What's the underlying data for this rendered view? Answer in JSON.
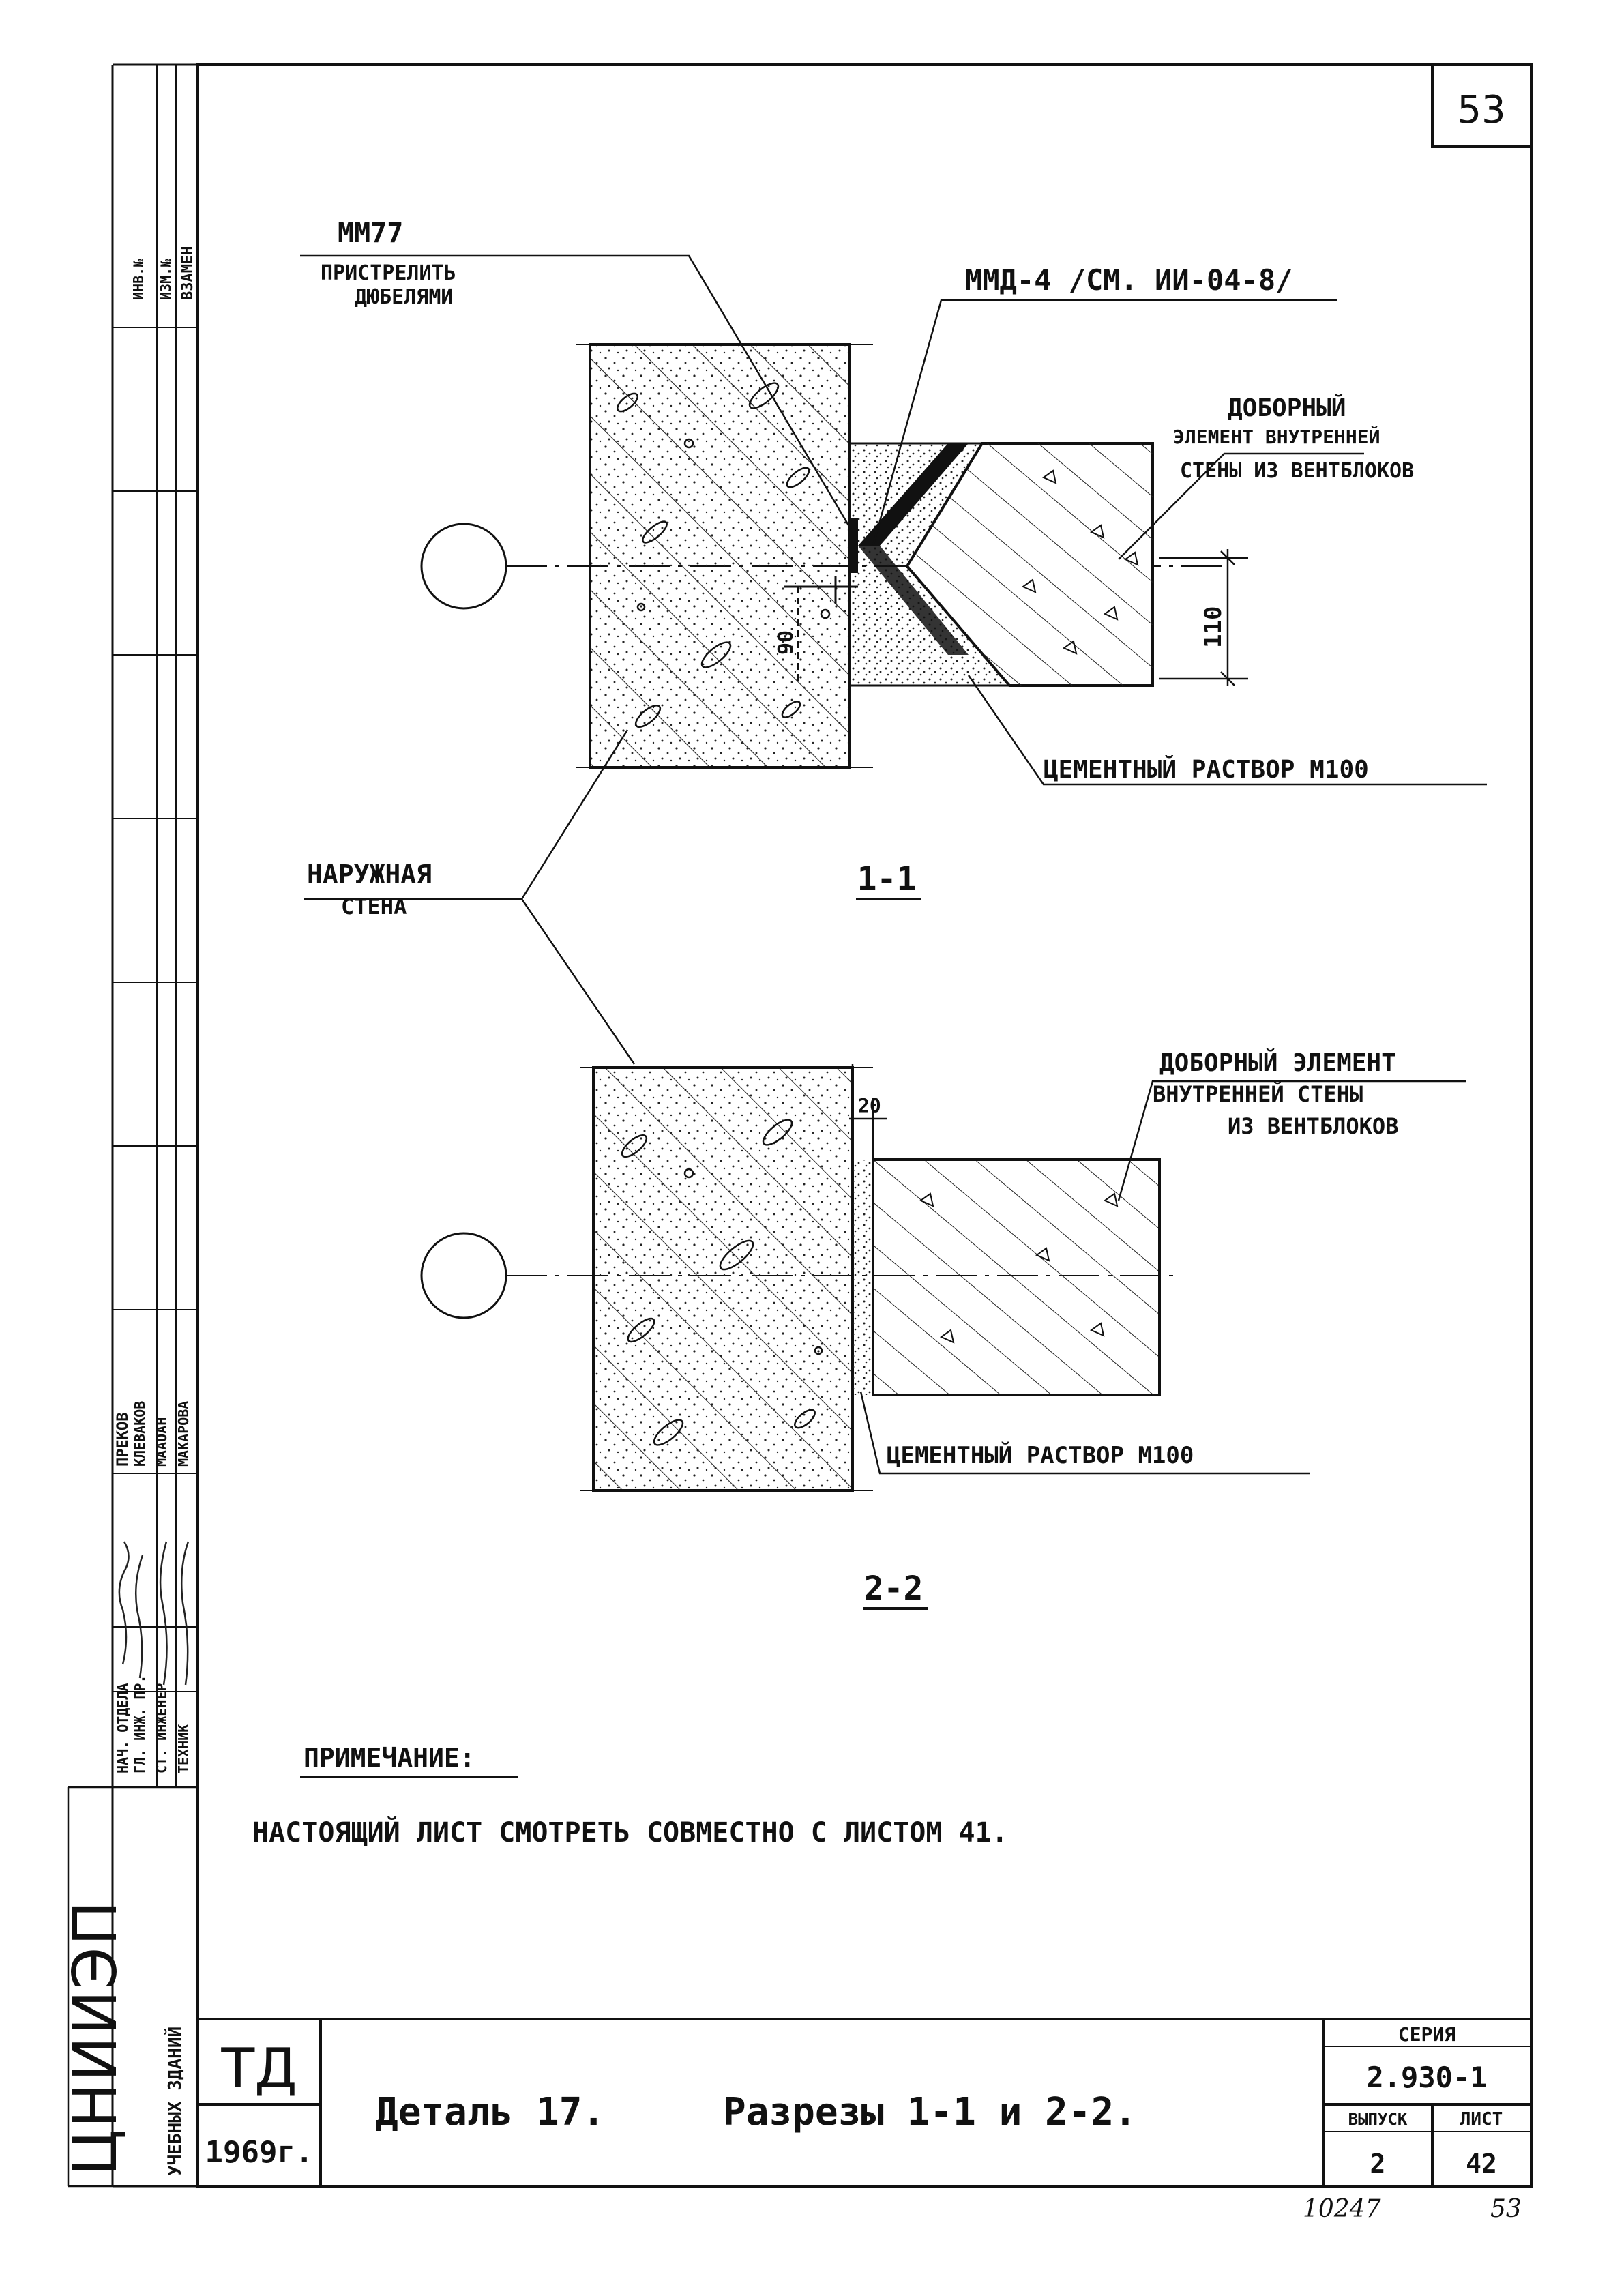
{
  "sheet_number": "53",
  "corner_stamp": "ТД",
  "year": "1969г.",
  "drawing_title": "Деталь 17.",
  "drawing_subtitle": "Разрезы 1-1 и 2-2.",
  "series_label": "СЕРИЯ",
  "series_value": "2.930-1",
  "issue_label": "ВЫПУСК",
  "issue_value": "2",
  "sheet_label": "ЛИСТ",
  "sheet_value": "42",
  "archive_number": "10247",
  "archive_sheet": "53",
  "organization": "ЦНИИЭП",
  "organization_sub": "УЧЕБНЫХ ЗДАНИЙ",
  "side_stamp": {
    "top_labels": [
      "ИНВ.№",
      "ИЗМ.№",
      "ВЗАМЕН"
    ],
    "roles": [
      "НАЧ. ОТДЕЛА",
      "ГЛ. ИНЖ. ПР.",
      "СТ. ИНЖЕНЕР",
      "ТЕХНИК"
    ],
    "names": [
      "ПРЕКОВ",
      "КЛЕВАКОВ",
      "МААОАН",
      "МАКАРОВА"
    ]
  },
  "section1": {
    "label_mm77": "ММ77",
    "label_mm77_note1": "ПРИСТРЕЛИТЬ",
    "label_mm77_note2": "ДЮБЕЛЯМИ",
    "label_mma": "ММД-4 /СМ. ИИ-04-8/",
    "label_dob1": "ДОБОРНЫЙ",
    "label_dob2": "ЭЛЕМЕНТ ВНУТРЕННЕЙ",
    "label_dob3": "СТЕНЫ ИЗ ВЕНТБЛОКОВ",
    "dim_110": "110",
    "dim_90": "90",
    "label_mortar": "ЦЕМЕНТНЫЙ РАСТВОР М100",
    "section_title": "1-1"
  },
  "outer_wall_label1": "НАРУЖНАЯ",
  "outer_wall_label2": "СТЕНА",
  "section2": {
    "label_dob1": "ДОБОРНЫЙ ЭЛЕМЕНТ",
    "label_dob2": "ВНУТРЕННЕЙ СТЕНЫ",
    "label_dob3": "ИЗ ВЕНТБЛОКОВ",
    "dim_20": "20",
    "label_mortar": "ЦЕМЕНТНЫЙ РАСТВОР М100",
    "section_title": "2-2"
  },
  "note_title": "ПРИМЕЧАНИЕ:",
  "note_text": "НАСТОЯЩИЙ ЛИСТ СМОТРЕТЬ СОВМЕСТНО С ЛИСТОМ 41."
}
